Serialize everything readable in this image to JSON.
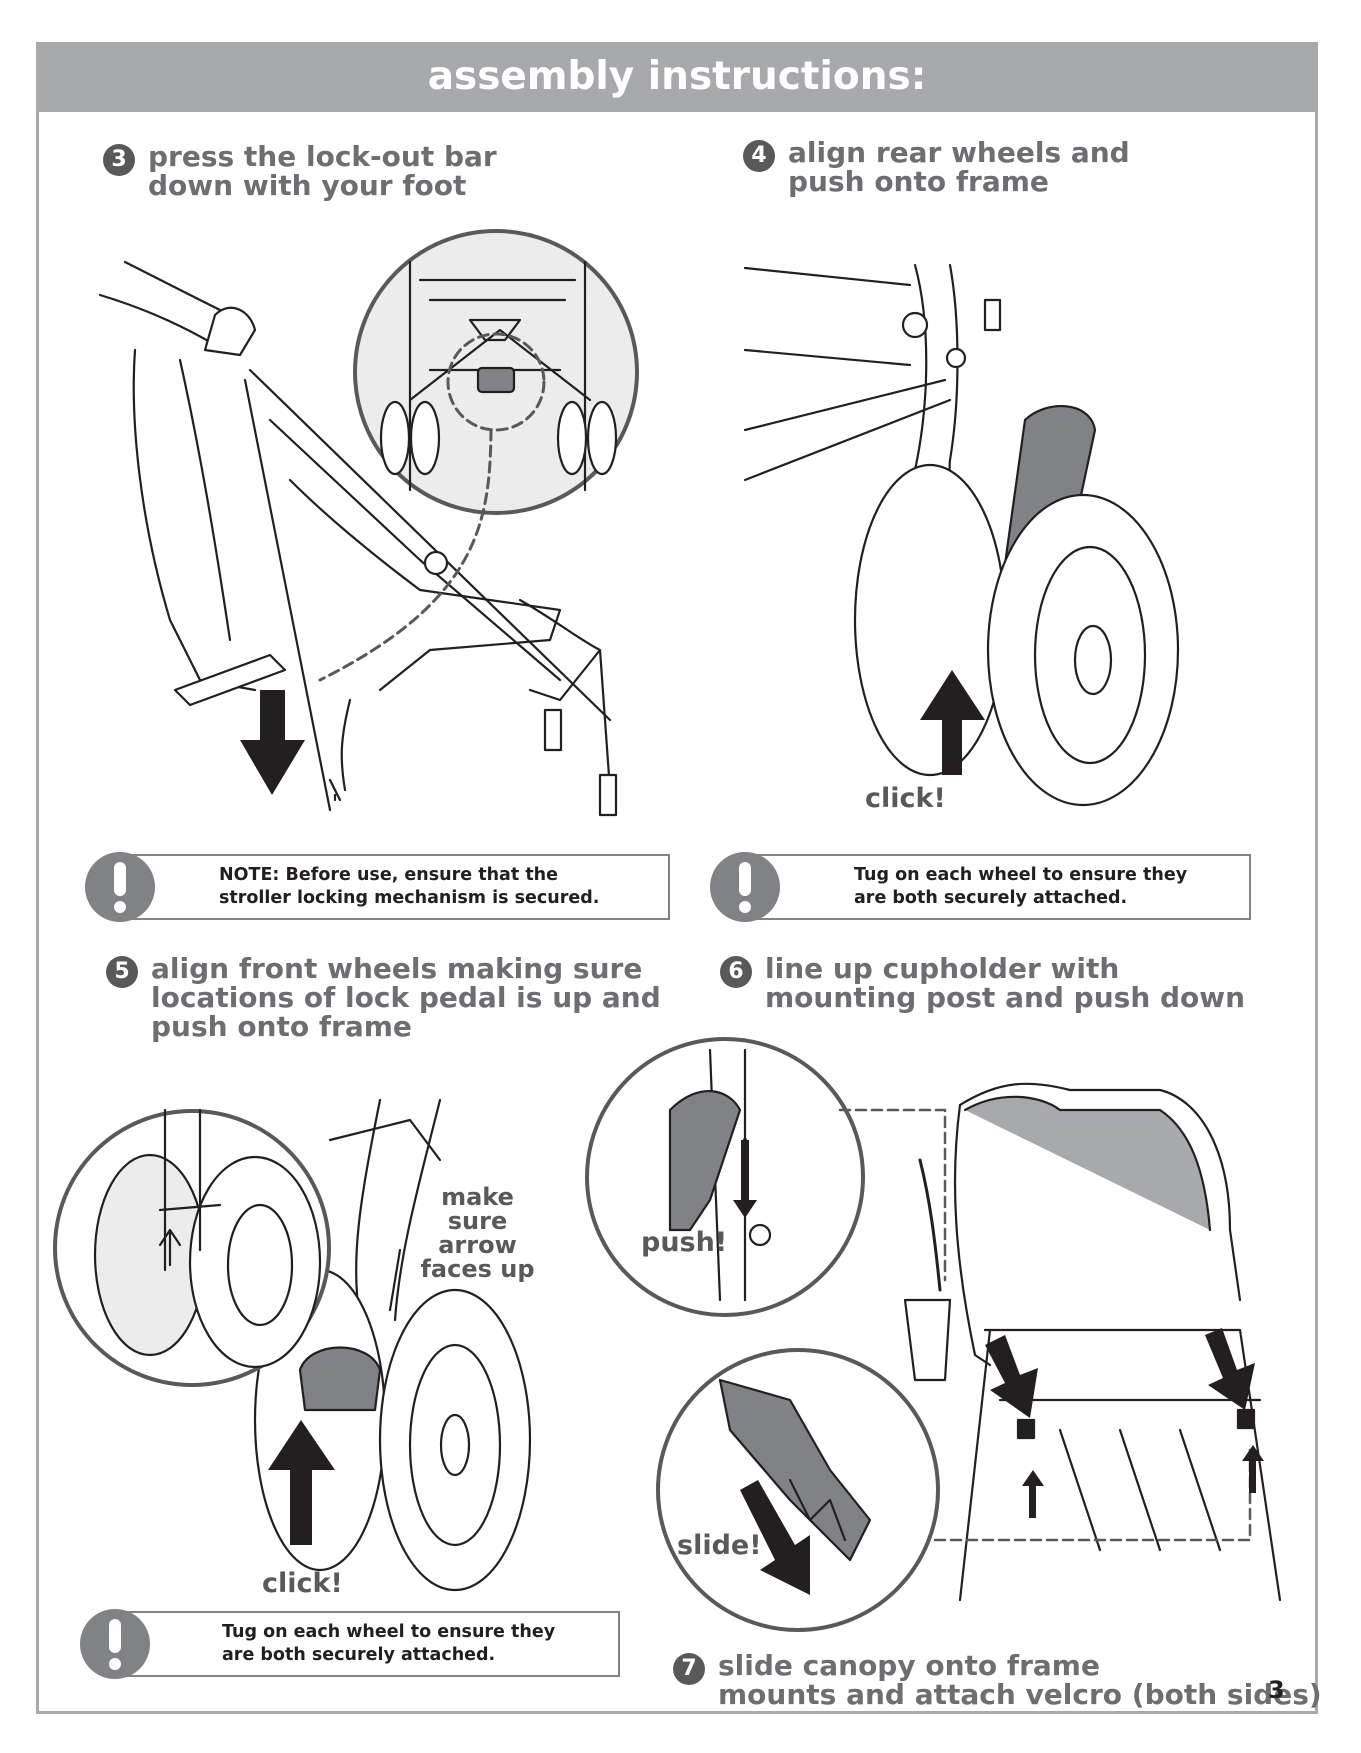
{
  "header": {
    "title": "assembly instructions:"
  },
  "steps": [
    {
      "number": "3",
      "lines": [
        "press the lock-out bar",
        "down with your foot"
      ]
    },
    {
      "number": "4",
      "lines": [
        "align rear wheels and",
        "push onto frame"
      ]
    },
    {
      "number": "5",
      "lines": [
        "align front wheels making sure",
        "locations of lock pedal is up and",
        "push onto frame"
      ]
    },
    {
      "number": "6",
      "lines": [
        "line up cupholder with",
        "mounting post and push down"
      ]
    },
    {
      "number": "7",
      "lines": [
        "slide canopy onto frame",
        "mounts and attach velcro (both sides)"
      ]
    }
  ],
  "notes": [
    {
      "lead": "NOTE",
      "lines": [
        ": Before use, ensure that the",
        "stroller locking mechanism is secured."
      ]
    },
    {
      "lines": [
        "Tug on each wheel to ensure they",
        "are both securely attached."
      ]
    },
    {
      "lines": [
        "Tug on each wheel to ensure they",
        "are both securely attached."
      ]
    }
  ],
  "callouts": {
    "click_rear": "click!",
    "click_front": "click!",
    "arrow_note": [
      "make sure",
      "arrow",
      "faces up"
    ],
    "push": "push!",
    "slide": "slide!"
  },
  "page_number": "3",
  "colors": {
    "header_bg": "#a7a9ac",
    "step_text": "#6d6e71",
    "note_icon": "#808285",
    "arrow": "#231f20"
  },
  "icons": [
    "exclamation-icon",
    "down-arrow-icon",
    "up-arrow-icon",
    "dashed-leader-line-icon"
  ]
}
